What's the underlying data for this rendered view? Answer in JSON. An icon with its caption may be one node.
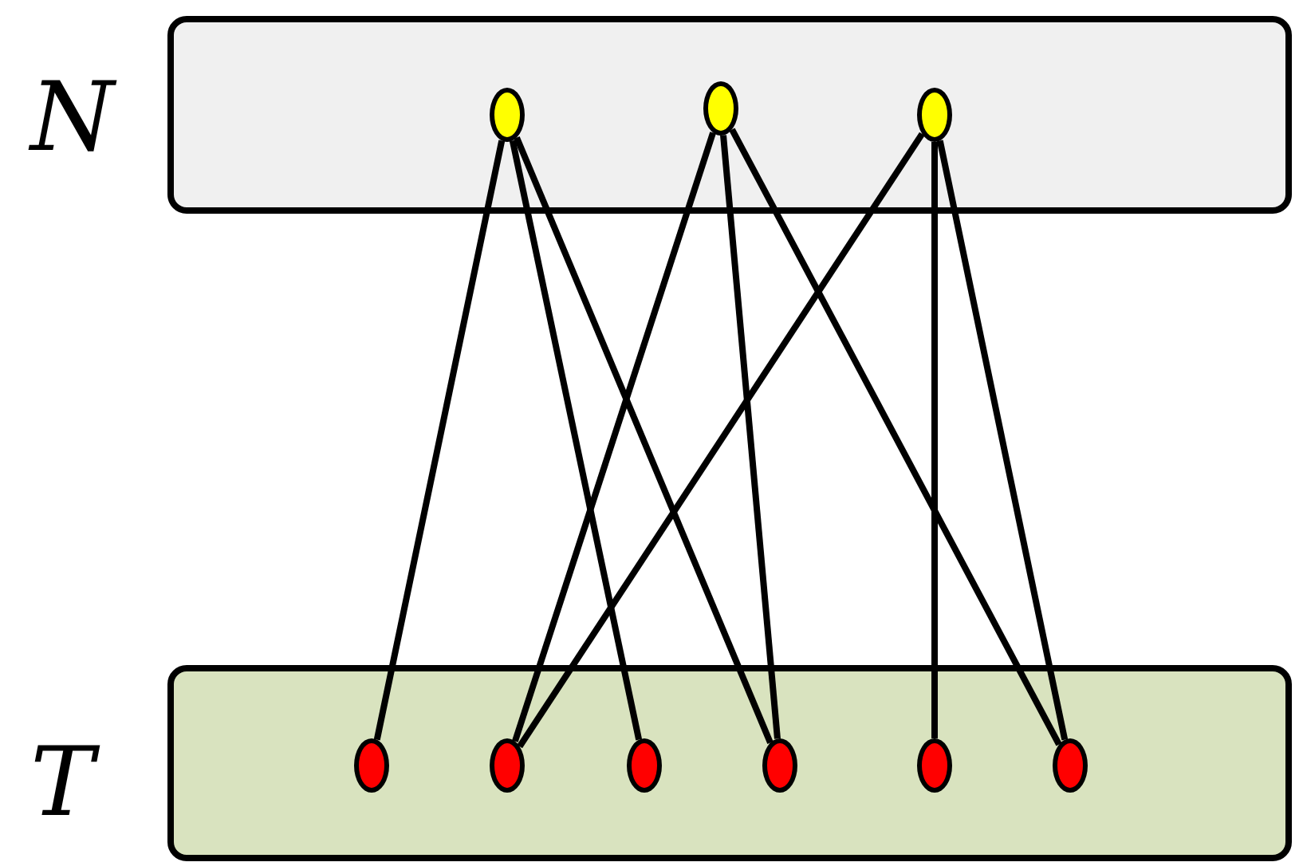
{
  "diagram": {
    "nodes": [
      {
        "text": [
          "N"
        ]
      },
      {
        "text": [
          "T"
        ]
      },
      {
        "text": [],
        "shape": "circle",
        "in": 0
      },
      {
        "text": [],
        "shape": "circle",
        "in": 0
      },
      {
        "text": [],
        "shape": "circle",
        "in": 0
      },
      {
        "text": [],
        "shape": "circle",
        "in": 1
      },
      {
        "text": [],
        "shape": "circle",
        "in": 1
      },
      {
        "text": [],
        "shape": "circle",
        "in": 1
      },
      {
        "text": [],
        "shape": "circle",
        "in": 1
      },
      {
        "text": [],
        "shape": "circle",
        "in": 1
      },
      {
        "text": [],
        "shape": "circle",
        "in": 1
      }
    ],
    "edges": [
      {
        "from": 2,
        "to": 5,
        "arrow": "none"
      },
      {
        "from": 2,
        "to": 7,
        "arrow": "none"
      },
      {
        "from": 2,
        "to": 8,
        "arrow": "none"
      },
      {
        "from": 3,
        "to": 6,
        "arrow": "none"
      },
      {
        "from": 3,
        "to": 8,
        "arrow": "none"
      },
      {
        "from": 3,
        "to": 10,
        "arrow": "none"
      },
      {
        "from": 4,
        "to": 6,
        "arrow": "none"
      },
      {
        "from": 4,
        "to": 9,
        "arrow": "none"
      },
      {
        "from": 4,
        "to": 10,
        "arrow": "none"
      }
    ]
  }
}
